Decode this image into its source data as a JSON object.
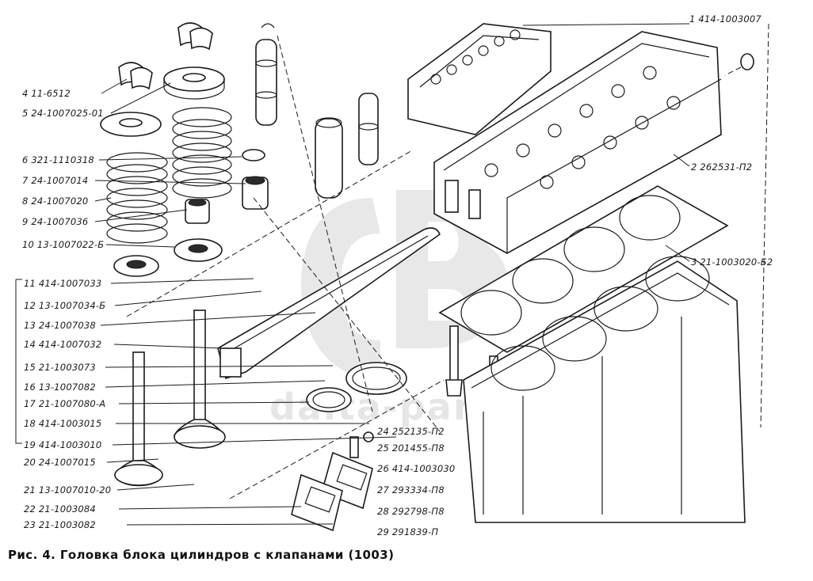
{
  "caption": "Рис. 4. Головка блока цилиндров с клапанами (1003)",
  "watermark": {
    "text": "dalta-parts"
  },
  "callouts_left": [
    {
      "num": "4",
      "code": "11-6512"
    },
    {
      "num": "5",
      "code": "24-1007025-01"
    },
    {
      "num": "6",
      "code": "321-1110318"
    },
    {
      "num": "7",
      "code": "24-1007014"
    },
    {
      "num": "8",
      "code": "24-1007020"
    },
    {
      "num": "9",
      "code": "24-1007036"
    },
    {
      "num": "10",
      "code": "13-1007022-Б"
    },
    {
      "num": "11",
      "code": "414-1007033"
    },
    {
      "num": "12",
      "code": "13-1007034-Б"
    },
    {
      "num": "13",
      "code": "24-1007038"
    },
    {
      "num": "14",
      "code": "414-1007032"
    },
    {
      "num": "15",
      "code": "21-1003073"
    },
    {
      "num": "16",
      "code": "13-1007082"
    },
    {
      "num": "17",
      "code": "21-1007080-А"
    },
    {
      "num": "18",
      "code": "414-1003015"
    },
    {
      "num": "19",
      "code": "414-1003010"
    },
    {
      "num": "20",
      "code": "24-1007015"
    },
    {
      "num": "21",
      "code": "13-1007010-20"
    },
    {
      "num": "22",
      "code": "21-1003084"
    },
    {
      "num": "23",
      "code": "21-1003082"
    }
  ],
  "callouts_right": [
    {
      "num": "1",
      "code": "414-1003007"
    },
    {
      "num": "2",
      "code": "262531-П2"
    },
    {
      "num": "3",
      "code": "21-1003020-Б2"
    },
    {
      "num": "24",
      "code": "252135-П2"
    },
    {
      "num": "25",
      "code": "201455-П8"
    },
    {
      "num": "26",
      "code": "414-1003030"
    },
    {
      "num": "27",
      "code": "293334-П8"
    },
    {
      "num": "28",
      "code": "292798-П8"
    },
    {
      "num": "29",
      "code": "291839-П"
    }
  ]
}
